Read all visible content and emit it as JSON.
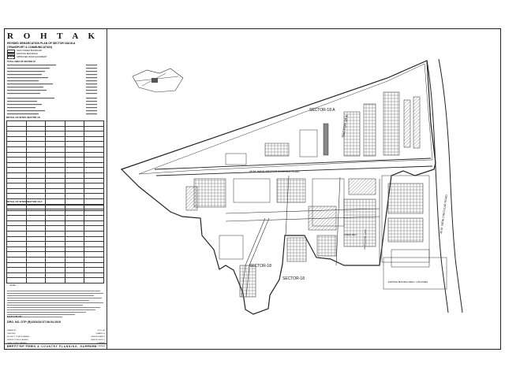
{
  "title_block": {
    "title": "R O H T A K",
    "subtitle_line1": "REVISED DEMARCATION PLAN OF SECTOR 18&18-A",
    "subtitle_line2": "(TRANSPORT & COMMUNICATION)",
    "drawing_no": "DRG. NO. DTP (R)1003/18  DT.08.04.2019",
    "footer": "DEPTT OF TOWN & COUNTRY PLANNING, HARYANA"
  },
  "legend_items": [
    "SANCTIONED BOUNDARY",
    "EXISTING BUILDINGS",
    "APPROVED ROAD ALIGNMENT"
  ],
  "landuse_heading": "TOTAL AREA OF SECTOR 18",
  "tables": {
    "sector18_heading": "DETAIL OF SITES SECTOR 18",
    "sector18a_heading": "DETAIL OF SITES SECTOR 18-A"
  },
  "notes_heading": "NOTES:",
  "scale": "D.A.P. 1:50 / 04",
  "signatures": [
    {
      "role": "DRAWN BY",
      "name": "S.P.S. SH"
    },
    {
      "role": "CHECKED",
      "name": "DRAWN LS"
    },
    {
      "role": "DISTRICT TOWN PLANNER",
      "name": "SENIOR DRAFTS"
    },
    {
      "role": "SENIOR TOWN PLANNER",
      "name": "SENIOR DEPUTY"
    },
    {
      "role": "CHIEF TOWN PLANNER",
      "name": "PLANNER"
    },
    {
      "role": "DIRECTOR TOWN & COUNTRY",
      "name": "CHIEF TOWN PLANNER"
    }
  ],
  "plan": {
    "sector_18a": "SECTOR-18 A",
    "sector_18a_vertical": "SECTOR-18 A",
    "sector_18": "SECTOR-18",
    "sector_18_lower": "SECTOR-18",
    "main_road": "45 M. WIDE SECTOR DIVIDING ROAD",
    "ring_road": "45 M. WIDE CIRCULAR ROAD",
    "existing_building": "EXISTING BUILDING AREA = 3.95 ACRES",
    "acquired": "UN-ACQUIRED LAND",
    "green_belt": "GREEN BELT"
  },
  "colors": {
    "line": "#222222",
    "hatch": "#555555"
  }
}
